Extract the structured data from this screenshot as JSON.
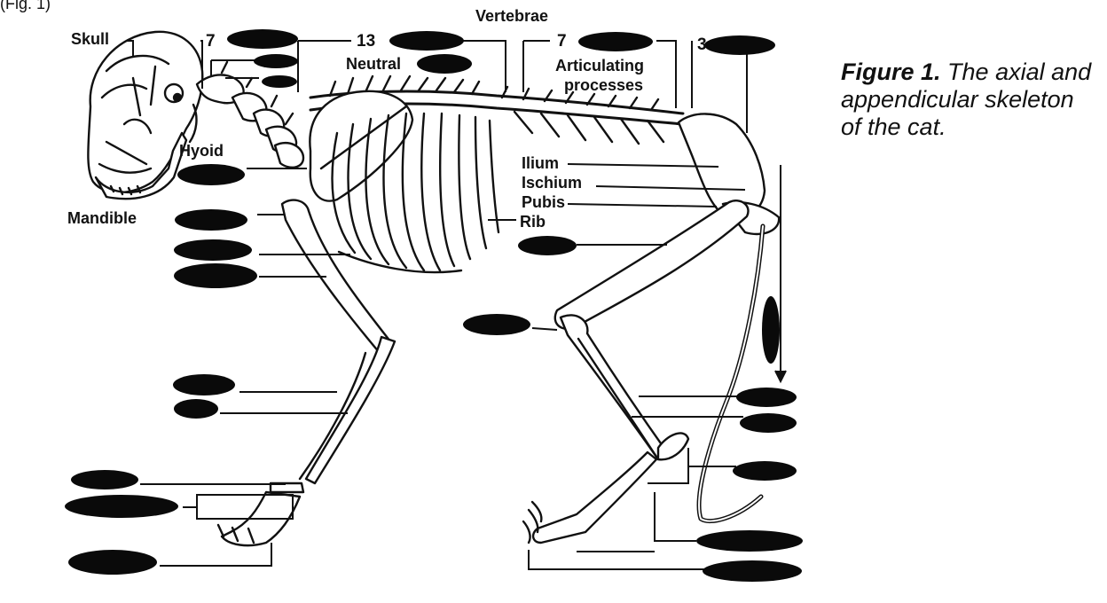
{
  "corner_text": "(Fig. 1)",
  "labels": {
    "vertebrae": "Vertebrae",
    "count_cervical": "7",
    "count_thoracic": "13",
    "count_lumbar": "7",
    "count_sacral": "3",
    "neutral": "Neutral",
    "articulating": "Articulating",
    "processes": "processes",
    "skull": "Skull",
    "hyoid": "Hyoid",
    "mandible": "Mandible",
    "ilium": "Ilium",
    "ischium": "Ischium",
    "pubis": "Pubis",
    "rib": "Rib"
  },
  "caption": {
    "figure": "Figure 1.",
    "text": "The axial and appendicular skeleton of the cat."
  },
  "colors": {
    "ink": "#111111",
    "bone_fill": "#ffffff",
    "redaction": "#0a0a0a"
  }
}
